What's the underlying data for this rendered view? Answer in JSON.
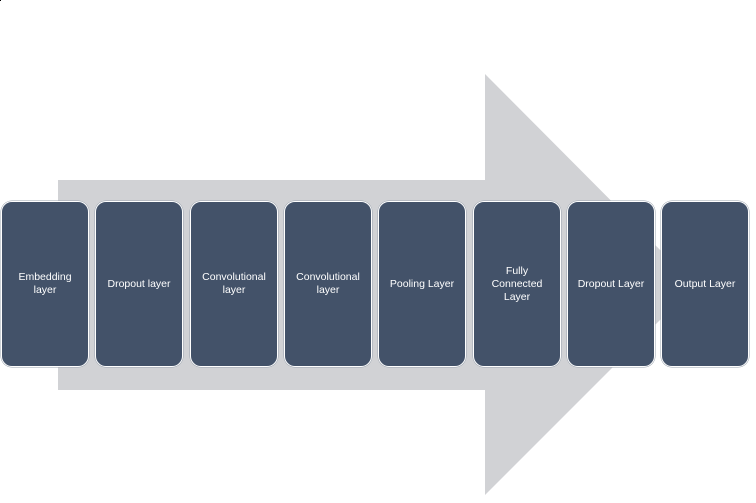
{
  "diagram": {
    "arrow_color": "#d1d2d5",
    "box_color": "#435269",
    "text_color": "#ffffff",
    "layers": [
      {
        "label": "Embedding\nlayer"
      },
      {
        "label": "Dropout layer"
      },
      {
        "label": "Convolutional\nlayer"
      },
      {
        "label": "Convolutional\nlayer"
      },
      {
        "label": "Pooling Layer"
      },
      {
        "label": "Fully\nConnected\nLayer"
      },
      {
        "label": "Dropout Layer"
      },
      {
        "label": "Output Layer"
      }
    ]
  }
}
